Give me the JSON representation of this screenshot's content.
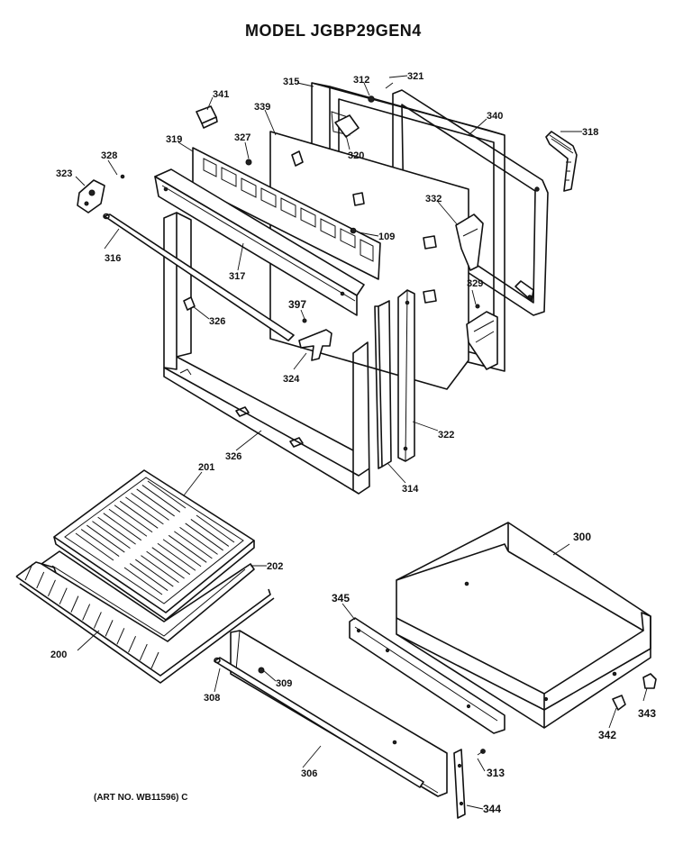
{
  "title": "MODEL JGBP29GEN4",
  "art_no": "(ART NO. WB11596) C",
  "labels": {
    "p341": "341",
    "p339": "339",
    "p315": "315",
    "p312": "312",
    "p321": "321",
    "p340": "340",
    "p318": "318",
    "p319": "319",
    "p327": "327",
    "p320": "320",
    "p328": "328",
    "p323": "323",
    "p332": "332",
    "p109": "109",
    "p316": "316",
    "p317": "317",
    "p329": "329",
    "p397": "397",
    "p326a": "326",
    "p324": "324",
    "p322": "322",
    "p326b": "326",
    "p314": "314",
    "p201": "201",
    "p202": "202",
    "p300": "300",
    "p345": "345",
    "p200": "200",
    "p309": "309",
    "p308": "308",
    "p343": "343",
    "p342": "342",
    "p306": "306",
    "p313": "313",
    "p344": "344"
  }
}
